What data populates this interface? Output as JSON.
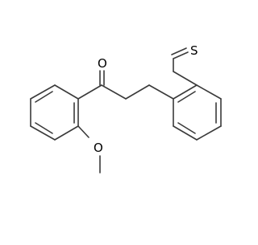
{
  "molecule": {
    "atom_labels": {
      "sulfur": "S",
      "carbonyl_oxygen": "O",
      "ether_oxygen": "O"
    },
    "colors": {
      "bond": "#3a3a3a",
      "label": "#000000",
      "background": "#ffffff"
    }
  }
}
